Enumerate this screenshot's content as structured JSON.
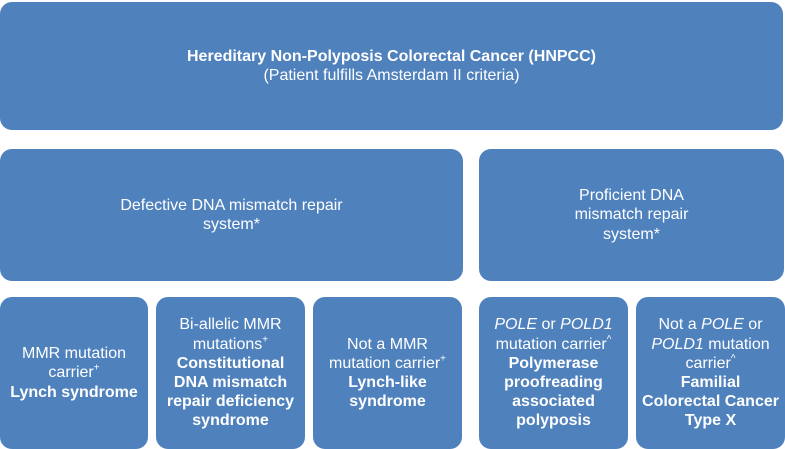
{
  "top": {
    "title": "Hereditary Non-Polyposis Colorectal Cancer (HNPCC)",
    "subtitle": "(Patient fulfills Amsterdam II criteria)"
  },
  "left_branch": {
    "label": "Defective DNA mismatch repair system*"
  },
  "right_branch": {
    "label": "Proficient DNA mismatch repair system*"
  },
  "leaves": [
    {
      "condition": "MMR mutation carrier",
      "mark": "+",
      "outcome": "Lynch syndrome"
    },
    {
      "condition": "Bi-allelic MMR mutations",
      "mark": "+",
      "outcome": "Constitutional DNA mismatch repair deficiency syndrome"
    },
    {
      "condition": "Not a MMR mutation carrier",
      "mark": "+",
      "outcome": "Lynch-like syndrome"
    },
    {
      "gene1": "POLE",
      "joiner": "or",
      "gene2": "POLD1",
      "condition_rest": "mutation carrier",
      "mark": "^",
      "outcome": "Polymerase proofreading associated polyposis"
    },
    {
      "prefix": "Not a",
      "gene1": "POLE",
      "joiner": "or",
      "gene2": "POLD1",
      "condition_rest": "mutation carrier",
      "mark": "^",
      "outcome": "Familial Colorectal Cancer Type X"
    }
  ]
}
